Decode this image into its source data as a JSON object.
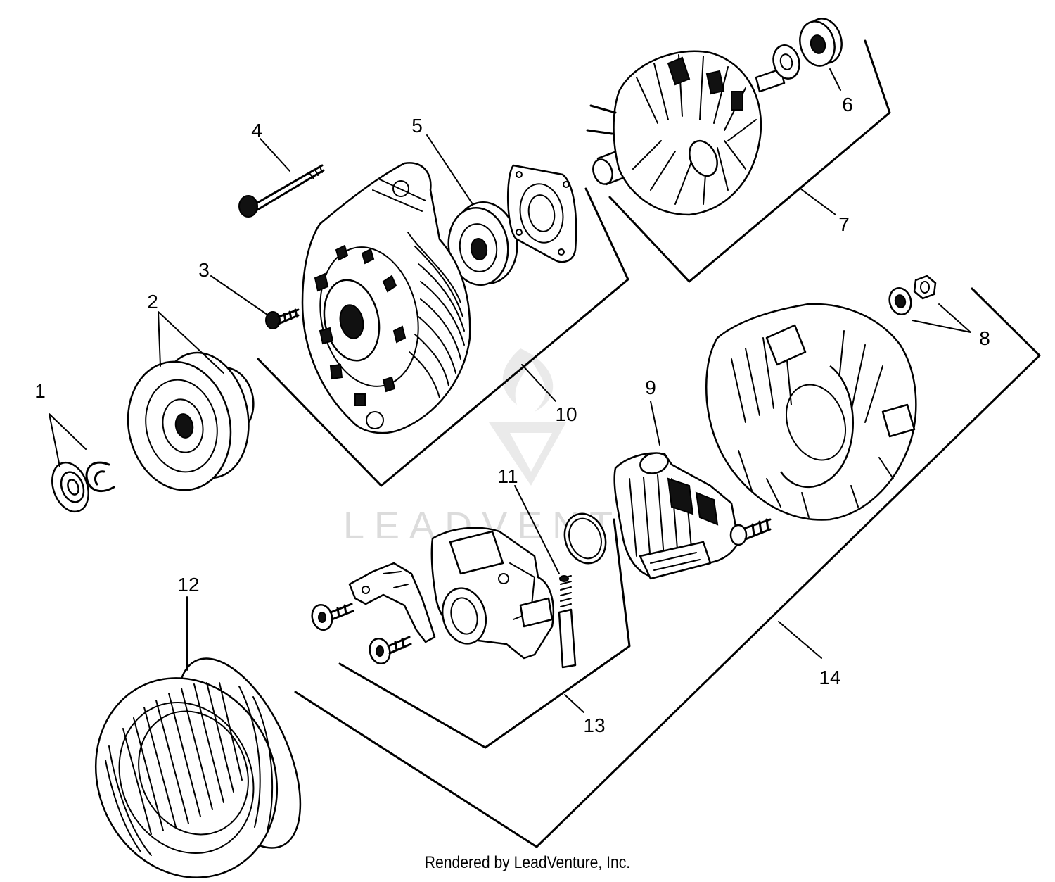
{
  "diagram": {
    "callouts": [
      {
        "id": "1",
        "label": "1"
      },
      {
        "id": "2",
        "label": "2"
      },
      {
        "id": "3",
        "label": "3"
      },
      {
        "id": "4",
        "label": "4"
      },
      {
        "id": "5",
        "label": "5"
      },
      {
        "id": "6",
        "label": "6"
      },
      {
        "id": "7",
        "label": "7"
      },
      {
        "id": "8",
        "label": "8"
      },
      {
        "id": "9",
        "label": "9"
      },
      {
        "id": "10",
        "label": "10"
      },
      {
        "id": "11",
        "label": "11"
      },
      {
        "id": "12",
        "label": "12"
      },
      {
        "id": "13",
        "label": "13"
      },
      {
        "id": "14",
        "label": "14"
      }
    ],
    "watermark": "LEADVENTURE",
    "credit": "Rendered by LeadVenture, Inc."
  }
}
